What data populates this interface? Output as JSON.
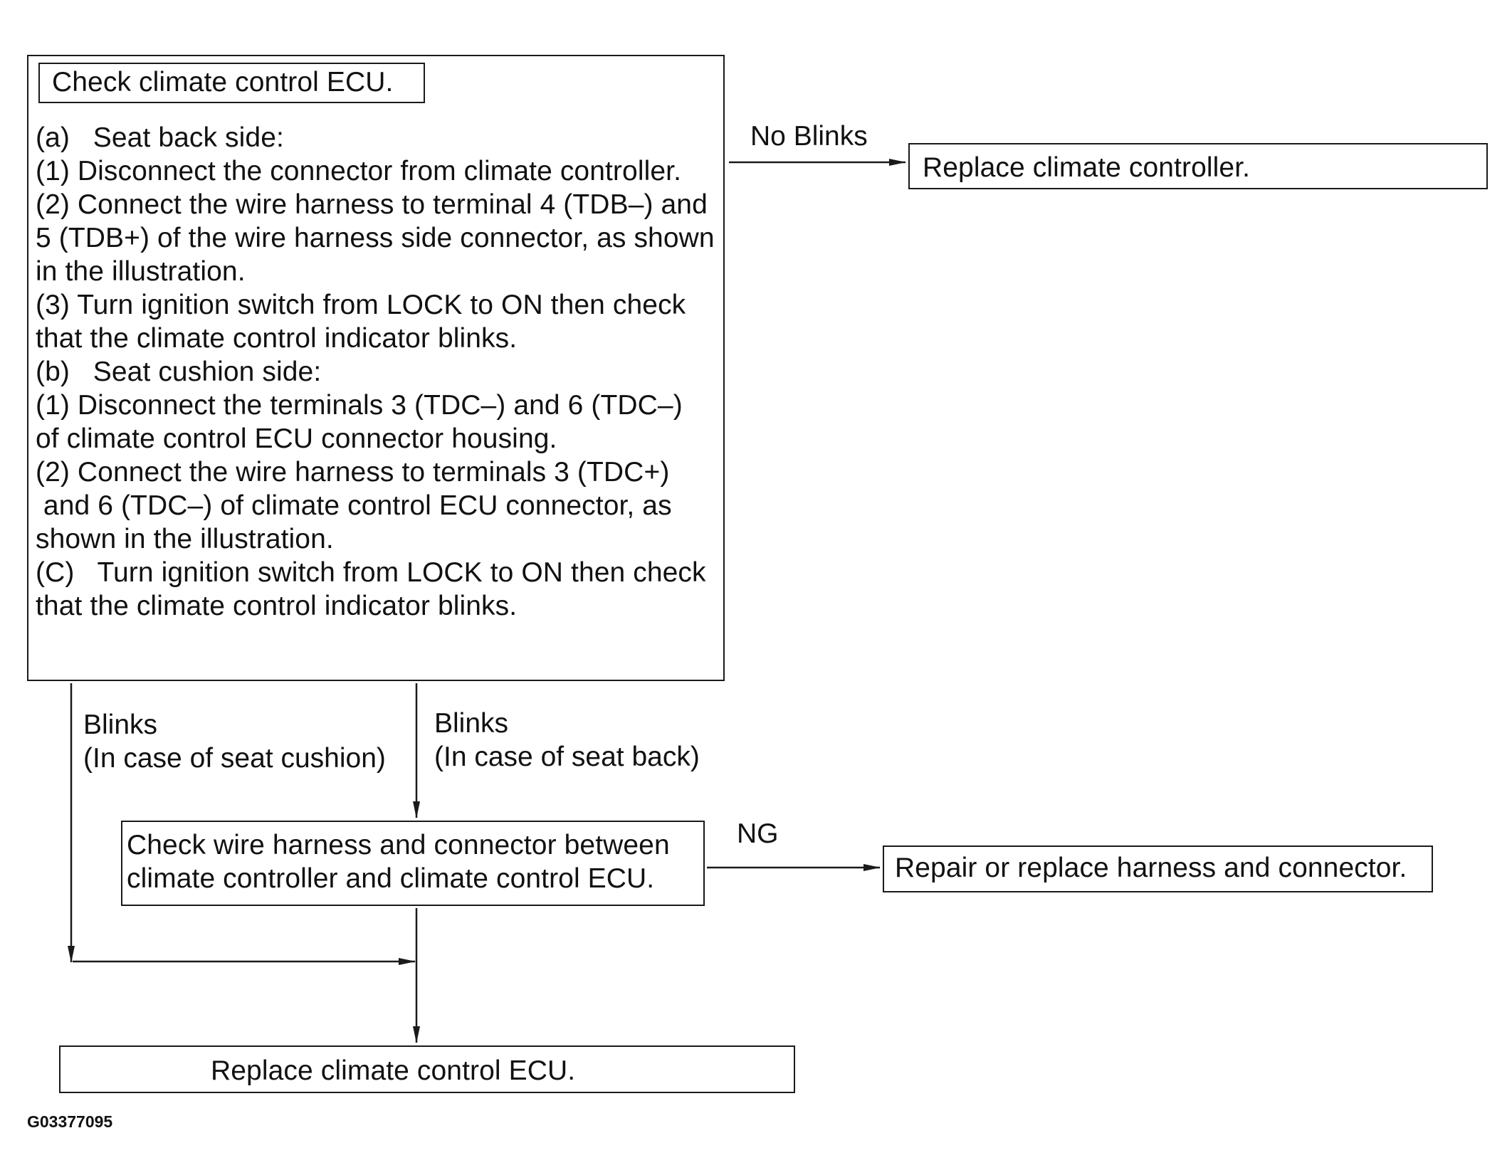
{
  "main_box": {
    "title": "Check climate control ECU.",
    "lines": [
      "(a)   Seat back side:",
      "(1) Disconnect the connector from climate controller.",
      "(2) Connect the wire harness to terminal 4 (TDB–) and",
      "5 (TDB+) of the wire harness side connector, as shown",
      "in the illustration.",
      "(3) Turn ignition switch from LOCK to ON then check",
      "that the climate control indicator blinks.",
      "(b)   Seat cushion side:",
      "(1) Disconnect the terminals 3 (TDC–) and 6 (TDC–)",
      "of climate control ECU connector housing.",
      "(2) Connect the wire harness to terminals 3 (TDC+)",
      " and 6 (TDC–) of climate control ECU connector, as",
      "shown in the illustration.",
      "(C)   Turn ignition switch from LOCK to ON then check",
      "that the climate control indicator blinks."
    ]
  },
  "labels": {
    "no_blinks": "No Blinks",
    "blinks_cushion": "Blinks\n(In case of seat cushion)",
    "blinks_back": "Blinks\n(In case of seat back)",
    "ng": "NG"
  },
  "boxes": {
    "replace_controller": "Replace climate controller.",
    "check_harness": "Check wire harness and connector between\nclimate controller and climate control ECU.",
    "repair_harness": "Repair or replace harness and connector.",
    "replace_ecu": "Replace climate control ECU."
  },
  "figure_id": "G03377095",
  "colors": {
    "line": "#1a1a1a",
    "background": "#ffffff"
  }
}
